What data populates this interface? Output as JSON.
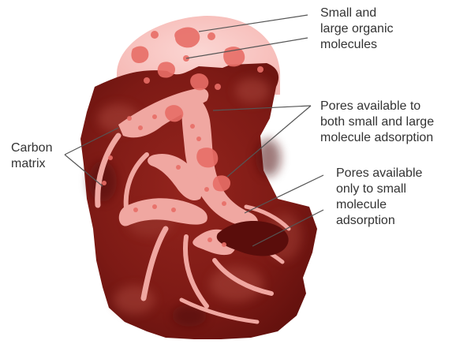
{
  "colors": {
    "matrix_dark": "#6b1210",
    "matrix_mid": "#8a1c18",
    "matrix_light": "#a93a2e",
    "pore_fill": "#f0a7a1",
    "halo": "#f7c5c2",
    "molecule": "#e86e67",
    "leader": "#555555",
    "text": "#333333"
  },
  "labels": {
    "molecules": {
      "lines": [
        "Small and",
        "large organic",
        "molecules"
      ]
    },
    "pores_both": {
      "lines": [
        "Pores available to",
        "both small and large",
        "molecule adsorption"
      ]
    },
    "pores_small": {
      "lines": [
        "Pores available",
        "only to small",
        "molecule",
        "adsorption"
      ]
    },
    "carbon": {
      "lines": [
        "Carbon",
        "matrix"
      ]
    }
  }
}
